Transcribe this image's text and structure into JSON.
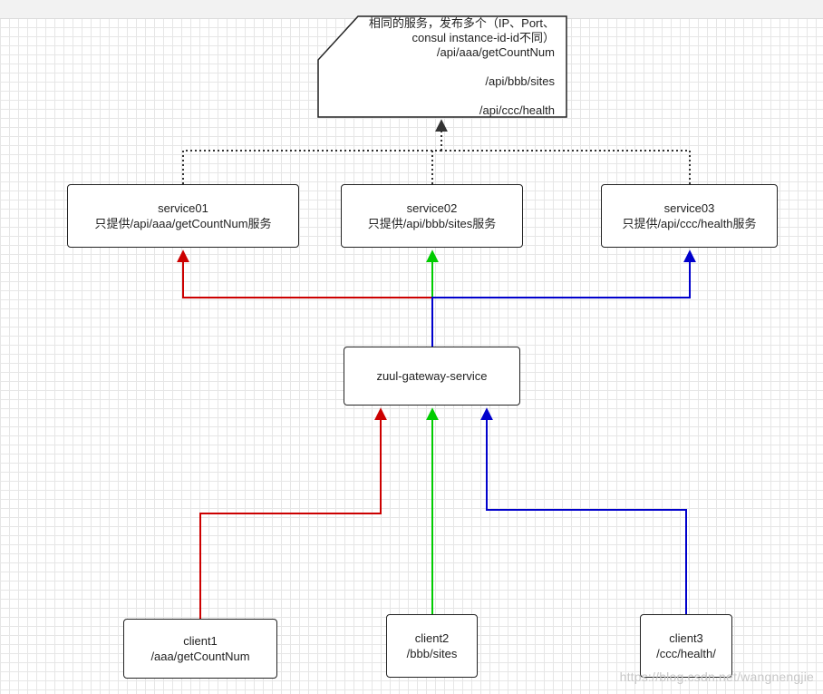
{
  "note": {
    "line1": "相同的服务，发布多个（IP、Port、",
    "line2": "consul instance-id-id不同）",
    "line3": "/api/aaa/getCountNum",
    "line4": "/api/bbb/sites",
    "line5": "/api/ccc/health"
  },
  "services": [
    {
      "name": "service01",
      "desc": "只提供/api/aaa/getCountNum服务"
    },
    {
      "name": "service02",
      "desc": "只提供/api/bbb/sites服务"
    },
    {
      "name": "service03",
      "desc": "只提供/api/ccc/health服务"
    }
  ],
  "gateway": {
    "name": "zuul-gateway-service"
  },
  "clients": [
    {
      "name": "client1",
      "path": "/aaa/getCountNum"
    },
    {
      "name": "client2",
      "path": "/bbb/sites"
    },
    {
      "name": "client3",
      "path": "/ccc/health/"
    }
  ],
  "colors": {
    "red": "#cc0000",
    "green": "#00cc00",
    "blue": "#0000cc",
    "dotted": "#333333"
  },
  "watermark": "https://blog.csdn.net/wangnengjie"
}
